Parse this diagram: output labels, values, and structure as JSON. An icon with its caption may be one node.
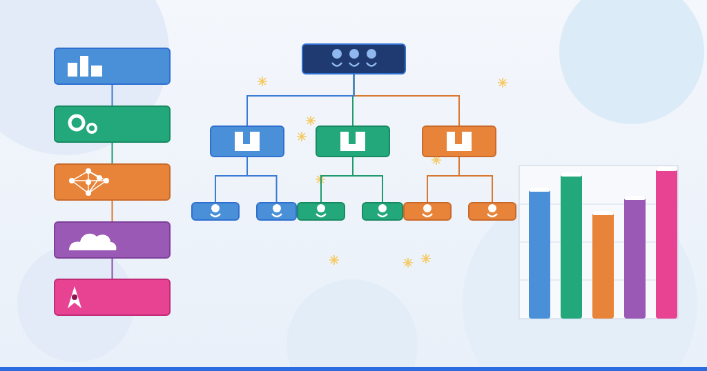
{
  "diagram": {
    "nodes": [
      {
        "text": [],
        "shape": "box"
      },
      {
        "text": [],
        "shape": "box"
      },
      {
        "text": [],
        "shape": "box"
      },
      {
        "text": [],
        "shape": "box"
      },
      {
        "text": [],
        "shape": "box"
      },
      {
        "text": [],
        "shape": "box"
      },
      {
        "text": [],
        "shape": "box"
      },
      {
        "text": [],
        "shape": "box"
      },
      {
        "text": [],
        "shape": "box"
      },
      {
        "text": [],
        "shape": "box"
      },
      {
        "text": [],
        "shape": "box"
      },
      {
        "text": [],
        "shape": "box"
      },
      {
        "text": [],
        "shape": "box"
      },
      {
        "text": [],
        "shape": "box"
      },
      {
        "text": [],
        "shape": "box"
      }
    ],
    "edges": [
      {
        "from": 0,
        "to": 1,
        "arrow": "none",
        "color": "#3a7bd5"
      },
      {
        "from": 1,
        "to": 2,
        "arrow": "none",
        "color": "#1e9a6e"
      },
      {
        "from": 2,
        "to": 3,
        "arrow": "none",
        "color": "#d9772f"
      },
      {
        "from": 3,
        "to": 4,
        "arrow": "none",
        "color": "#8e4aa8"
      },
      {
        "from": 5,
        "to": 6,
        "arrow": "none",
        "color": "#3a7bd5"
      },
      {
        "from": 5,
        "to": 7,
        "arrow": "none",
        "color": "#1e9a6e"
      },
      {
        "from": 5,
        "to": 8,
        "arrow": "none",
        "color": "#d9772f"
      },
      {
        "from": 6,
        "to": 9,
        "arrow": "none",
        "color": "#3a7bd5"
      },
      {
        "from": 6,
        "to": 10,
        "arrow": "none",
        "color": "#3a7bd5"
      },
      {
        "from": 7,
        "to": 11,
        "arrow": "none",
        "color": "#1e9a6e"
      },
      {
        "from": 7,
        "to": 12,
        "arrow": "none",
        "color": "#1e9a6e"
      },
      {
        "from": 8,
        "to": 13,
        "arrow": "none",
        "color": "#d9772f"
      },
      {
        "from": 8,
        "to": 14,
        "arrow": "none",
        "color": "#d9772f"
      }
    ]
  }
}
